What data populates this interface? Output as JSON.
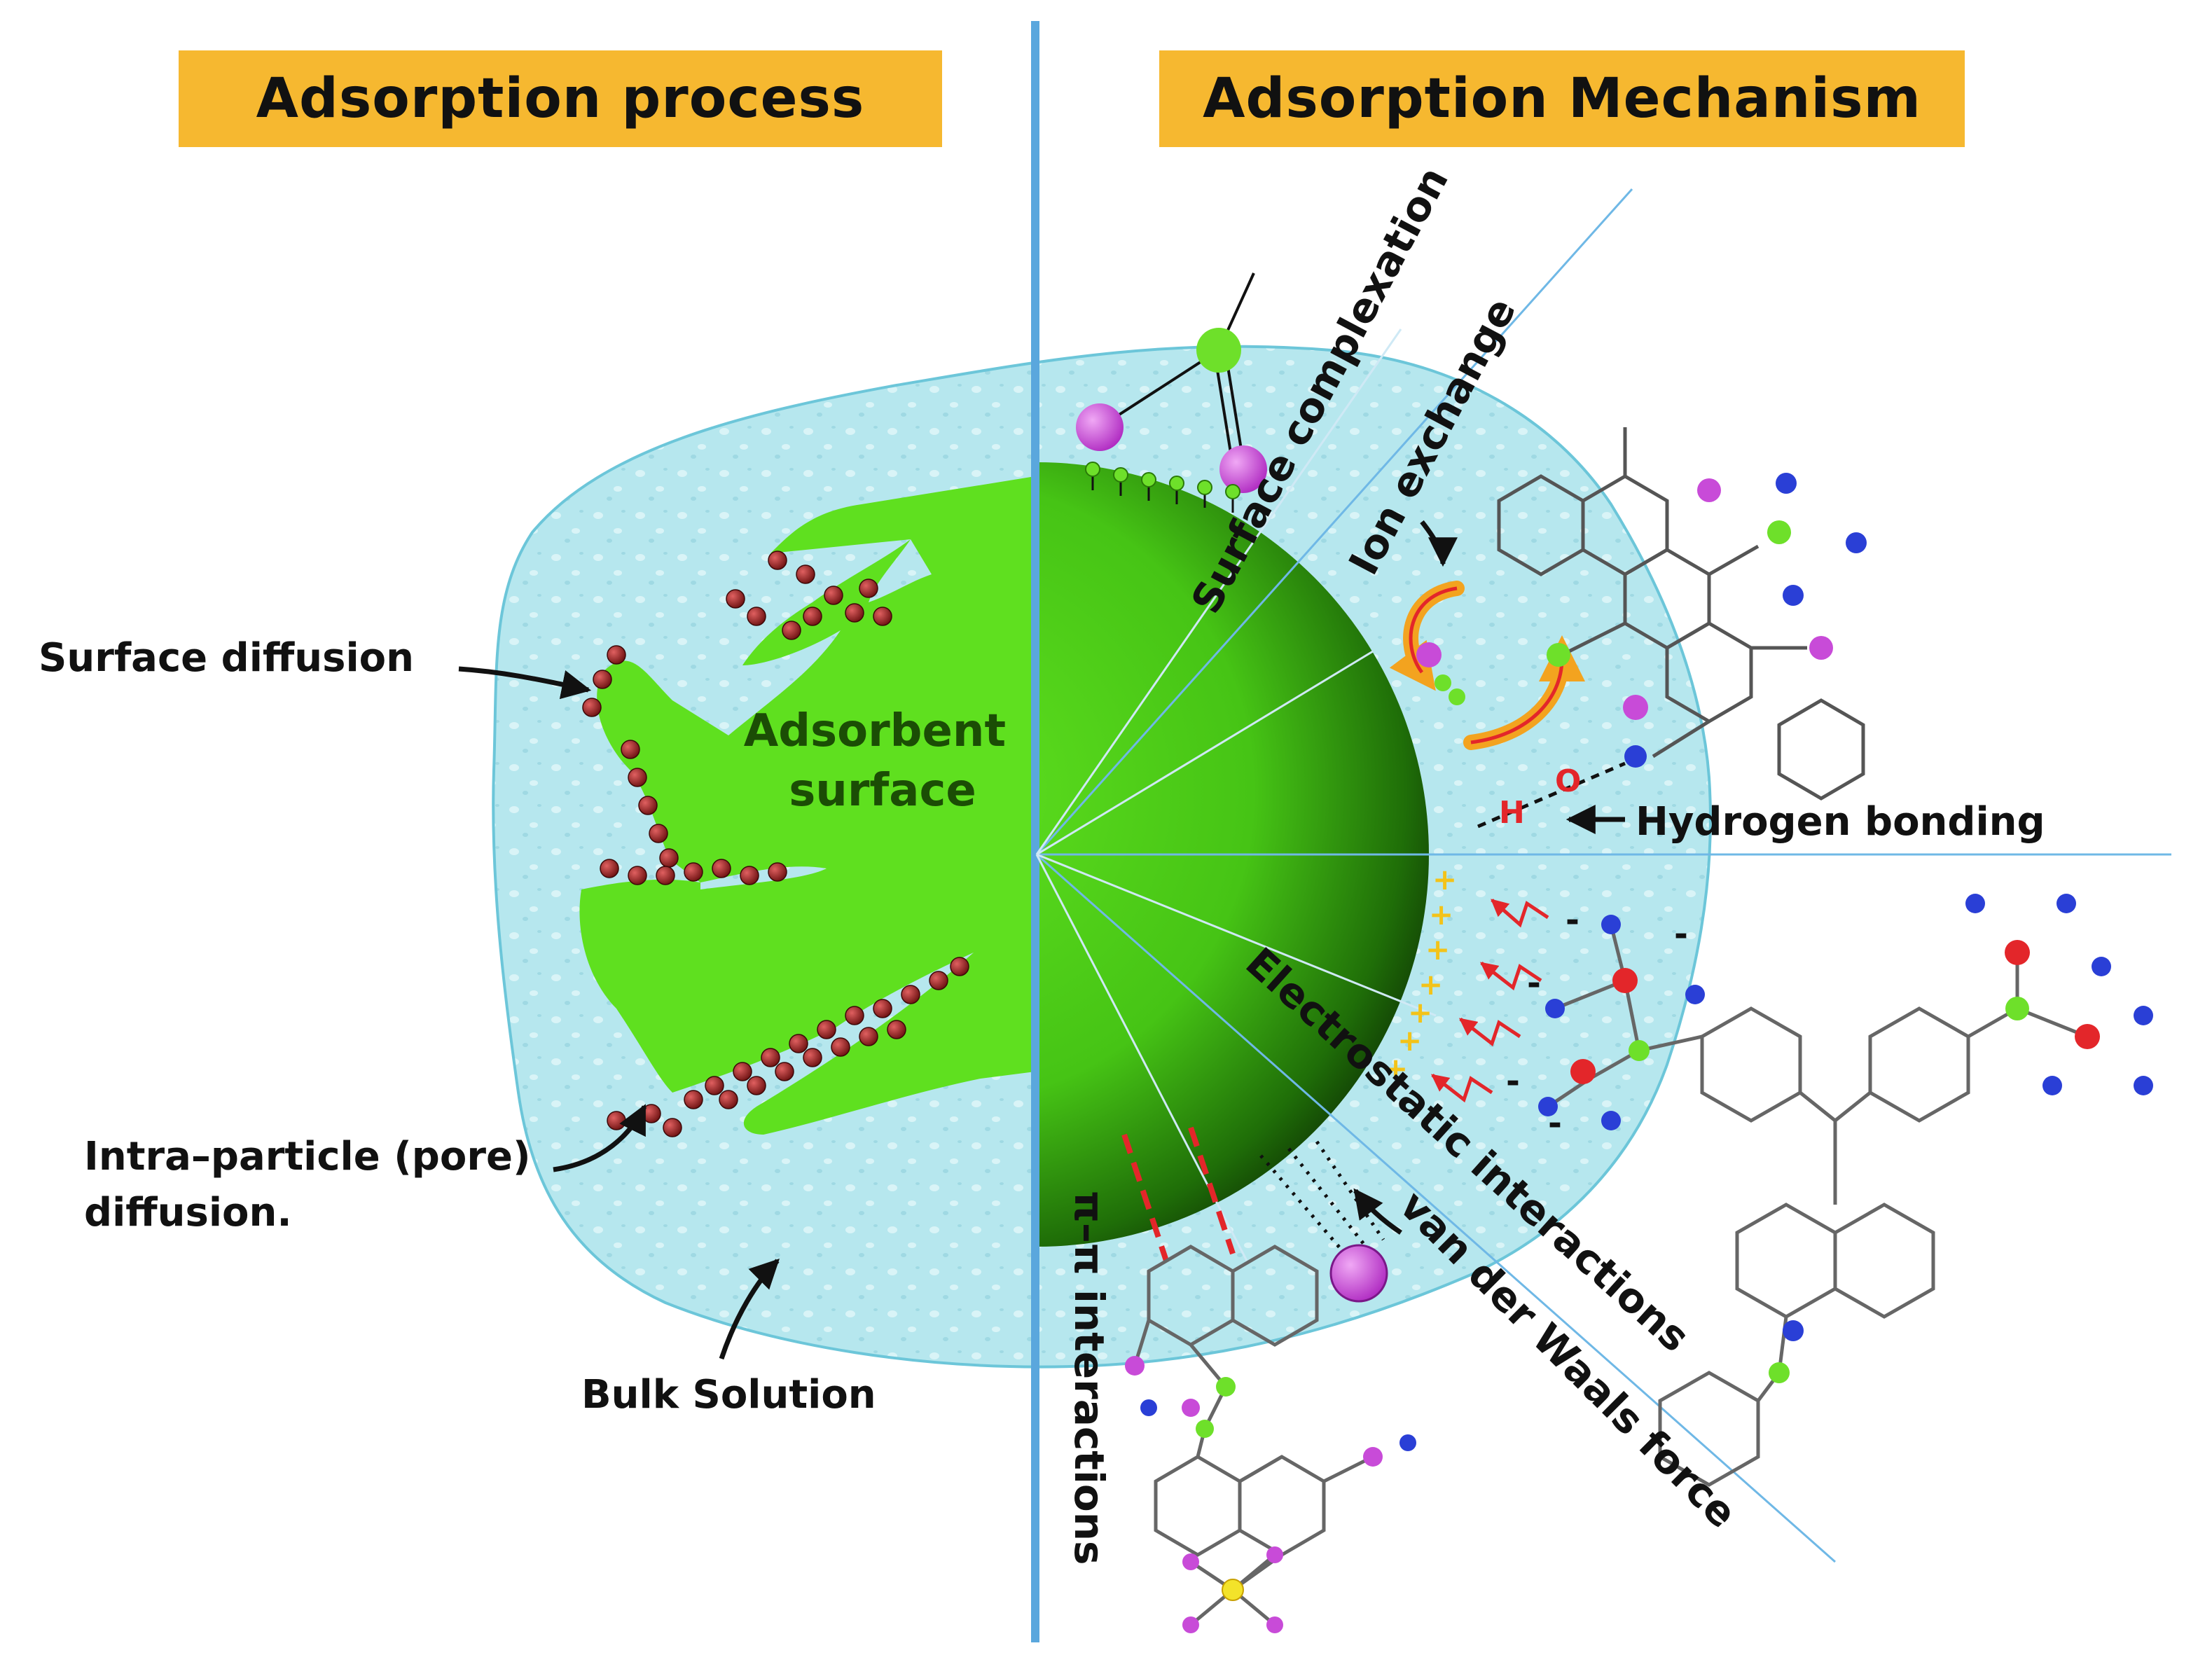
{
  "headers": {
    "left": "Adsorption process",
    "right": "Adsorption Mechanism"
  },
  "process_labels": {
    "surface_diffusion": "Surface diffusion",
    "adsorbent_line1": "Adsorbent",
    "adsorbent_line2": "surface",
    "intra_line1": "Intra–particle (pore)",
    "intra_line2": "diffusion.",
    "bulk_solution": "Bulk Solution"
  },
  "mechanism_labels": {
    "surface_complexation": "Surface complexation",
    "ion_exchange": "Ion exchange",
    "hydrogen_bonding": "Hydrogen bonding",
    "electrostatic": "Electrostatic interactions",
    "van_der_waals": "van der Waals force",
    "pi_pi": "π–π interactions"
  },
  "glyphs": {
    "h": "H",
    "o": "O",
    "plus": "+",
    "minus": "-"
  },
  "colors": {
    "header_bg": "#f6b830",
    "divider": "#5aa7dd",
    "solution": "#b6e7ee",
    "solution_edge": "#6cc6d9",
    "adsorbent": "#5fe01f",
    "adsorbate": "#8e1f1f",
    "magenta": "#c84bd8",
    "blue_atom": "#2a3fd6",
    "green_atom": "#6ee02a",
    "red_atom": "#e3262a",
    "arrow_orange": "#f3a31f"
  }
}
